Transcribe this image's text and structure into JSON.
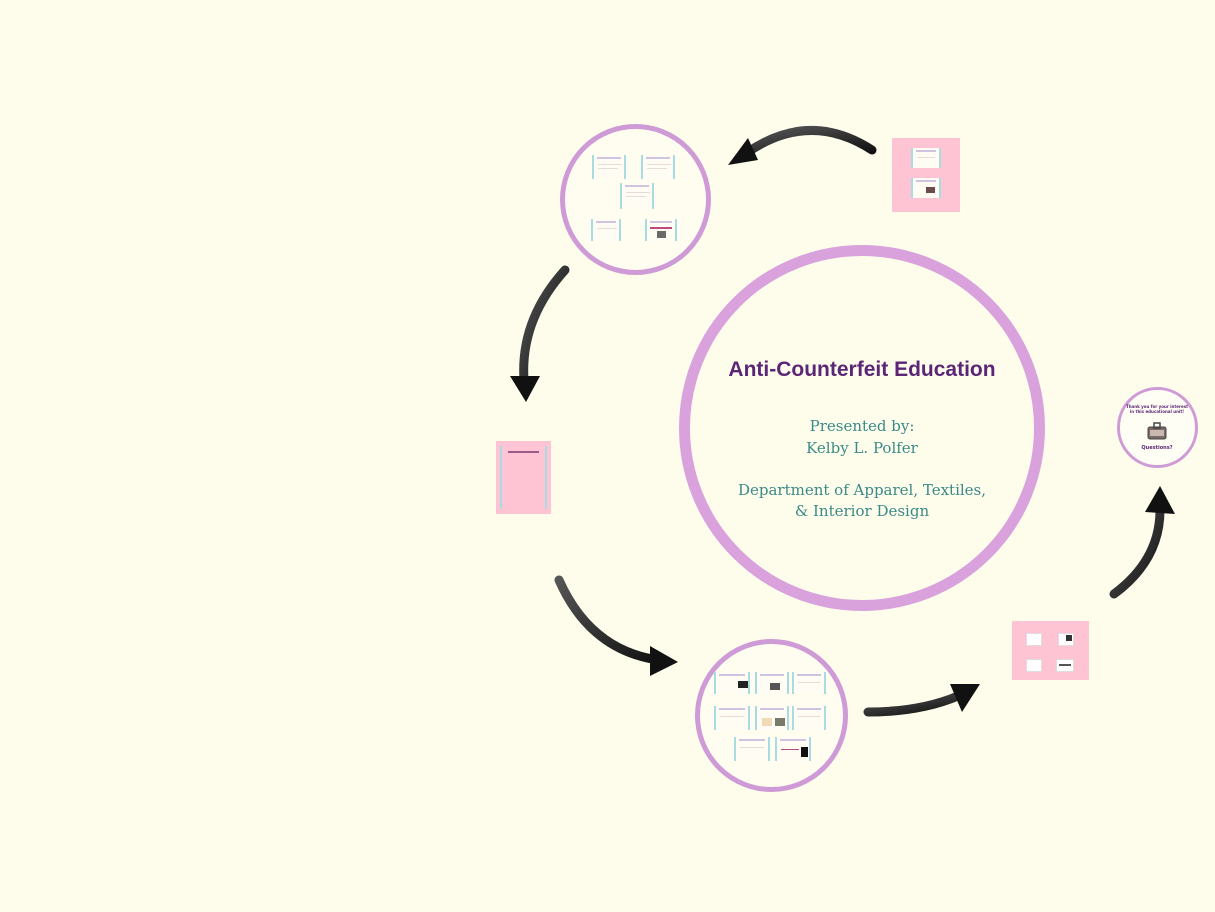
{
  "title": "Anti-Counterfeit Education",
  "presenter": {
    "line1": "Presented by:",
    "line2": "Kelby L. Polfer",
    "line3": "Department of Apparel, Textiles,",
    "line4": "& Interior Design"
  },
  "ending": {
    "thanks": "Thank you for your interest in this educational unit!",
    "questions": "Questions?"
  },
  "colors": {
    "background": "#fefdec",
    "ring": "#d9a2dd",
    "title": "#5c2677",
    "subtitle": "#3a8a87",
    "card": "#ffc4d3",
    "arrow": "#2a2a2a"
  },
  "icons": [
    "arrow-icon",
    "suitcase-icon"
  ]
}
